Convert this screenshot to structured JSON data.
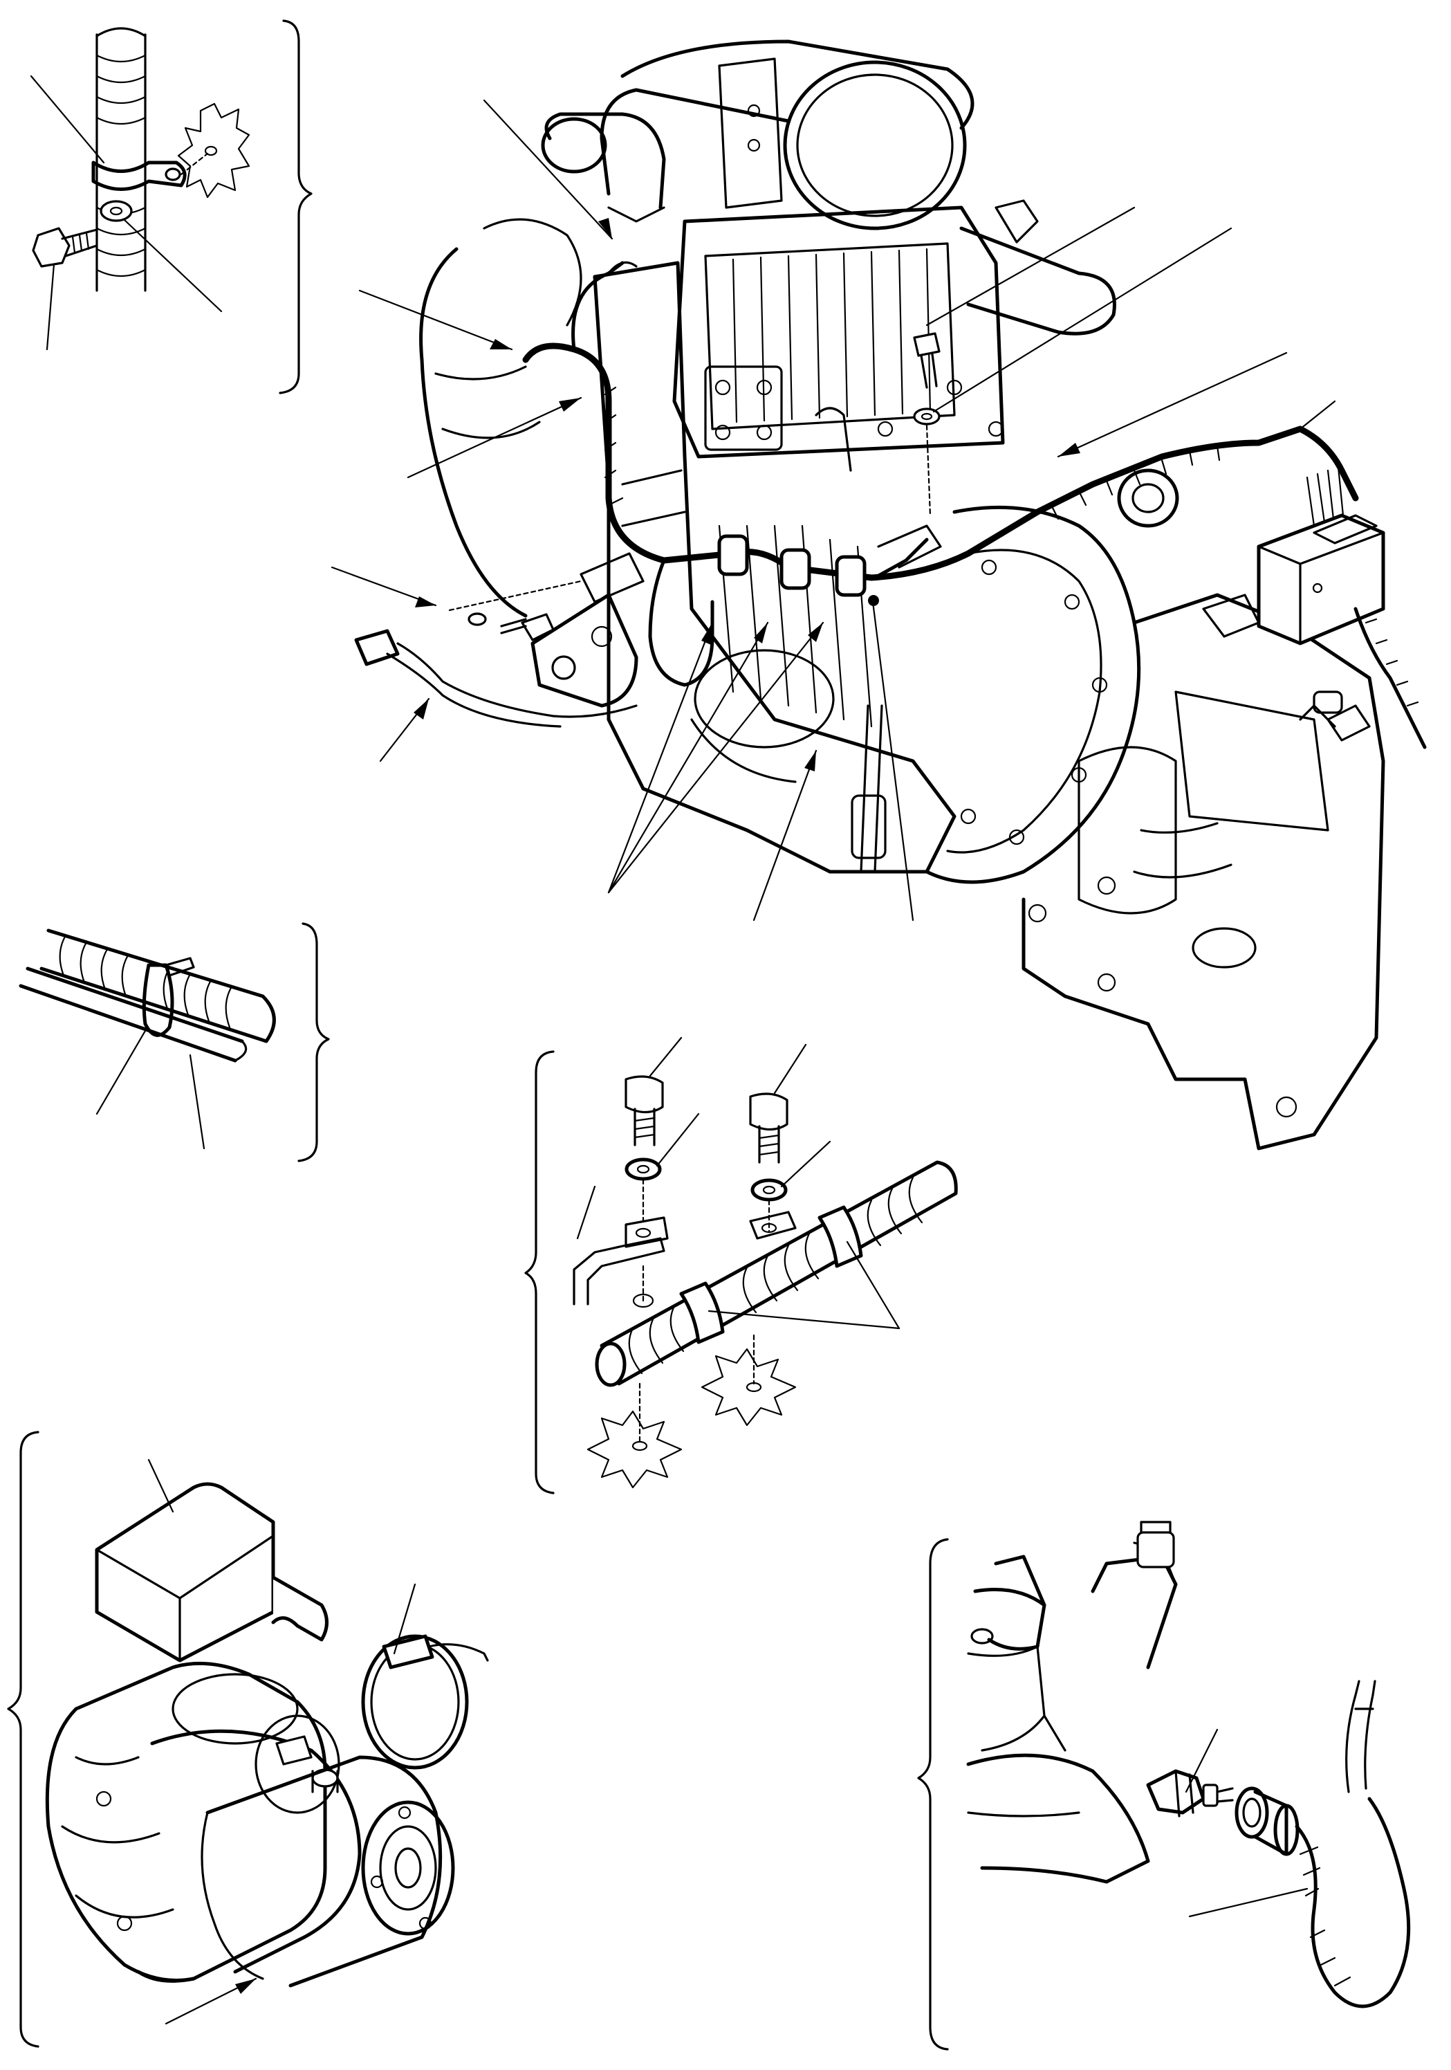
{
  "figure": {
    "kind": "exploded parts diagram (engine wiring harness)",
    "text_labels": []
  },
  "callouts": {
    "insets": [
      "clamp-bolt-inset",
      "cable-tie-inset",
      "harness-bracket-inset",
      "starter-motor-inset",
      "sensor-connector-inset"
    ]
  }
}
